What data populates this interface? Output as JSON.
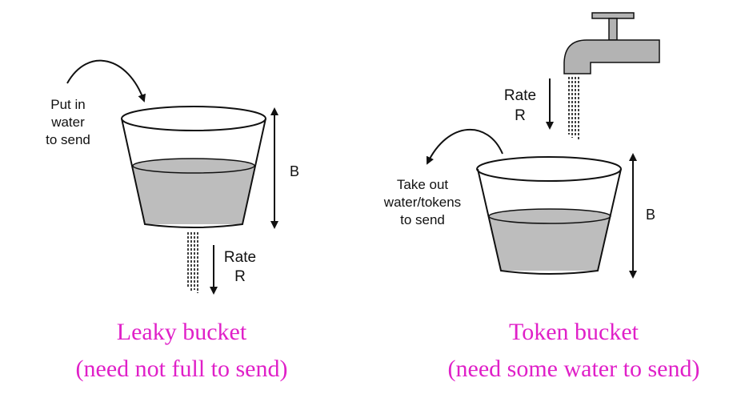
{
  "colors": {
    "caption": "#e020c8",
    "water": "#bdbdbd",
    "outline": "#111111",
    "faucet": "#b3b3b3"
  },
  "leaky": {
    "put_in_line1": "Put in",
    "put_in_line2": "water",
    "put_in_line3": "to send",
    "capacity_label": "B",
    "rate_line1": "Rate",
    "rate_line2": "R",
    "caption_line1": "Leaky bucket",
    "caption_line2": "(need not full to send)"
  },
  "token": {
    "take_out_line1": "Take out",
    "take_out_line2": "water/tokens",
    "take_out_line3": "to send",
    "capacity_label": "B",
    "rate_line1": "Rate",
    "rate_line2": "R",
    "caption_line1": "Token bucket",
    "caption_line2": "(need some water to send)"
  }
}
